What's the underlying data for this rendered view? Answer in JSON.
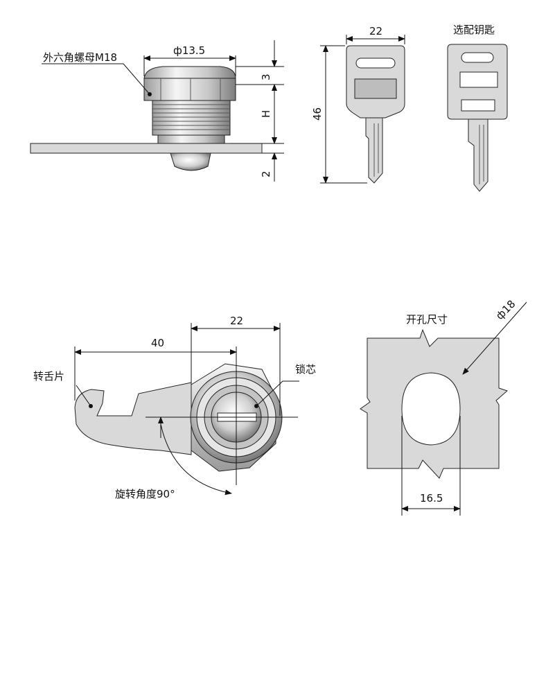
{
  "labels": {
    "hex_nut": "外六角螺母M18",
    "key_option": "选配钥匙",
    "cam_tongue": "转舌片",
    "lock_core": "锁芯",
    "rotation": "旋转角度90°",
    "cutout": "开孔尺寸"
  },
  "dimensions": {
    "nut_dia": "ф13.5",
    "dim_3": "3",
    "dim_h": "H",
    "dim_2": "2",
    "key_width": "22",
    "key_length": "46",
    "cam_length": "40",
    "body_width": "22",
    "hole_dia": "ф18",
    "hole_flat": "16.5"
  },
  "colors": {
    "part_fill": "#d9d9d9",
    "metal_light": "#f2f2f2",
    "metal_dark": "#8c8c8c",
    "line": "#111111"
  }
}
